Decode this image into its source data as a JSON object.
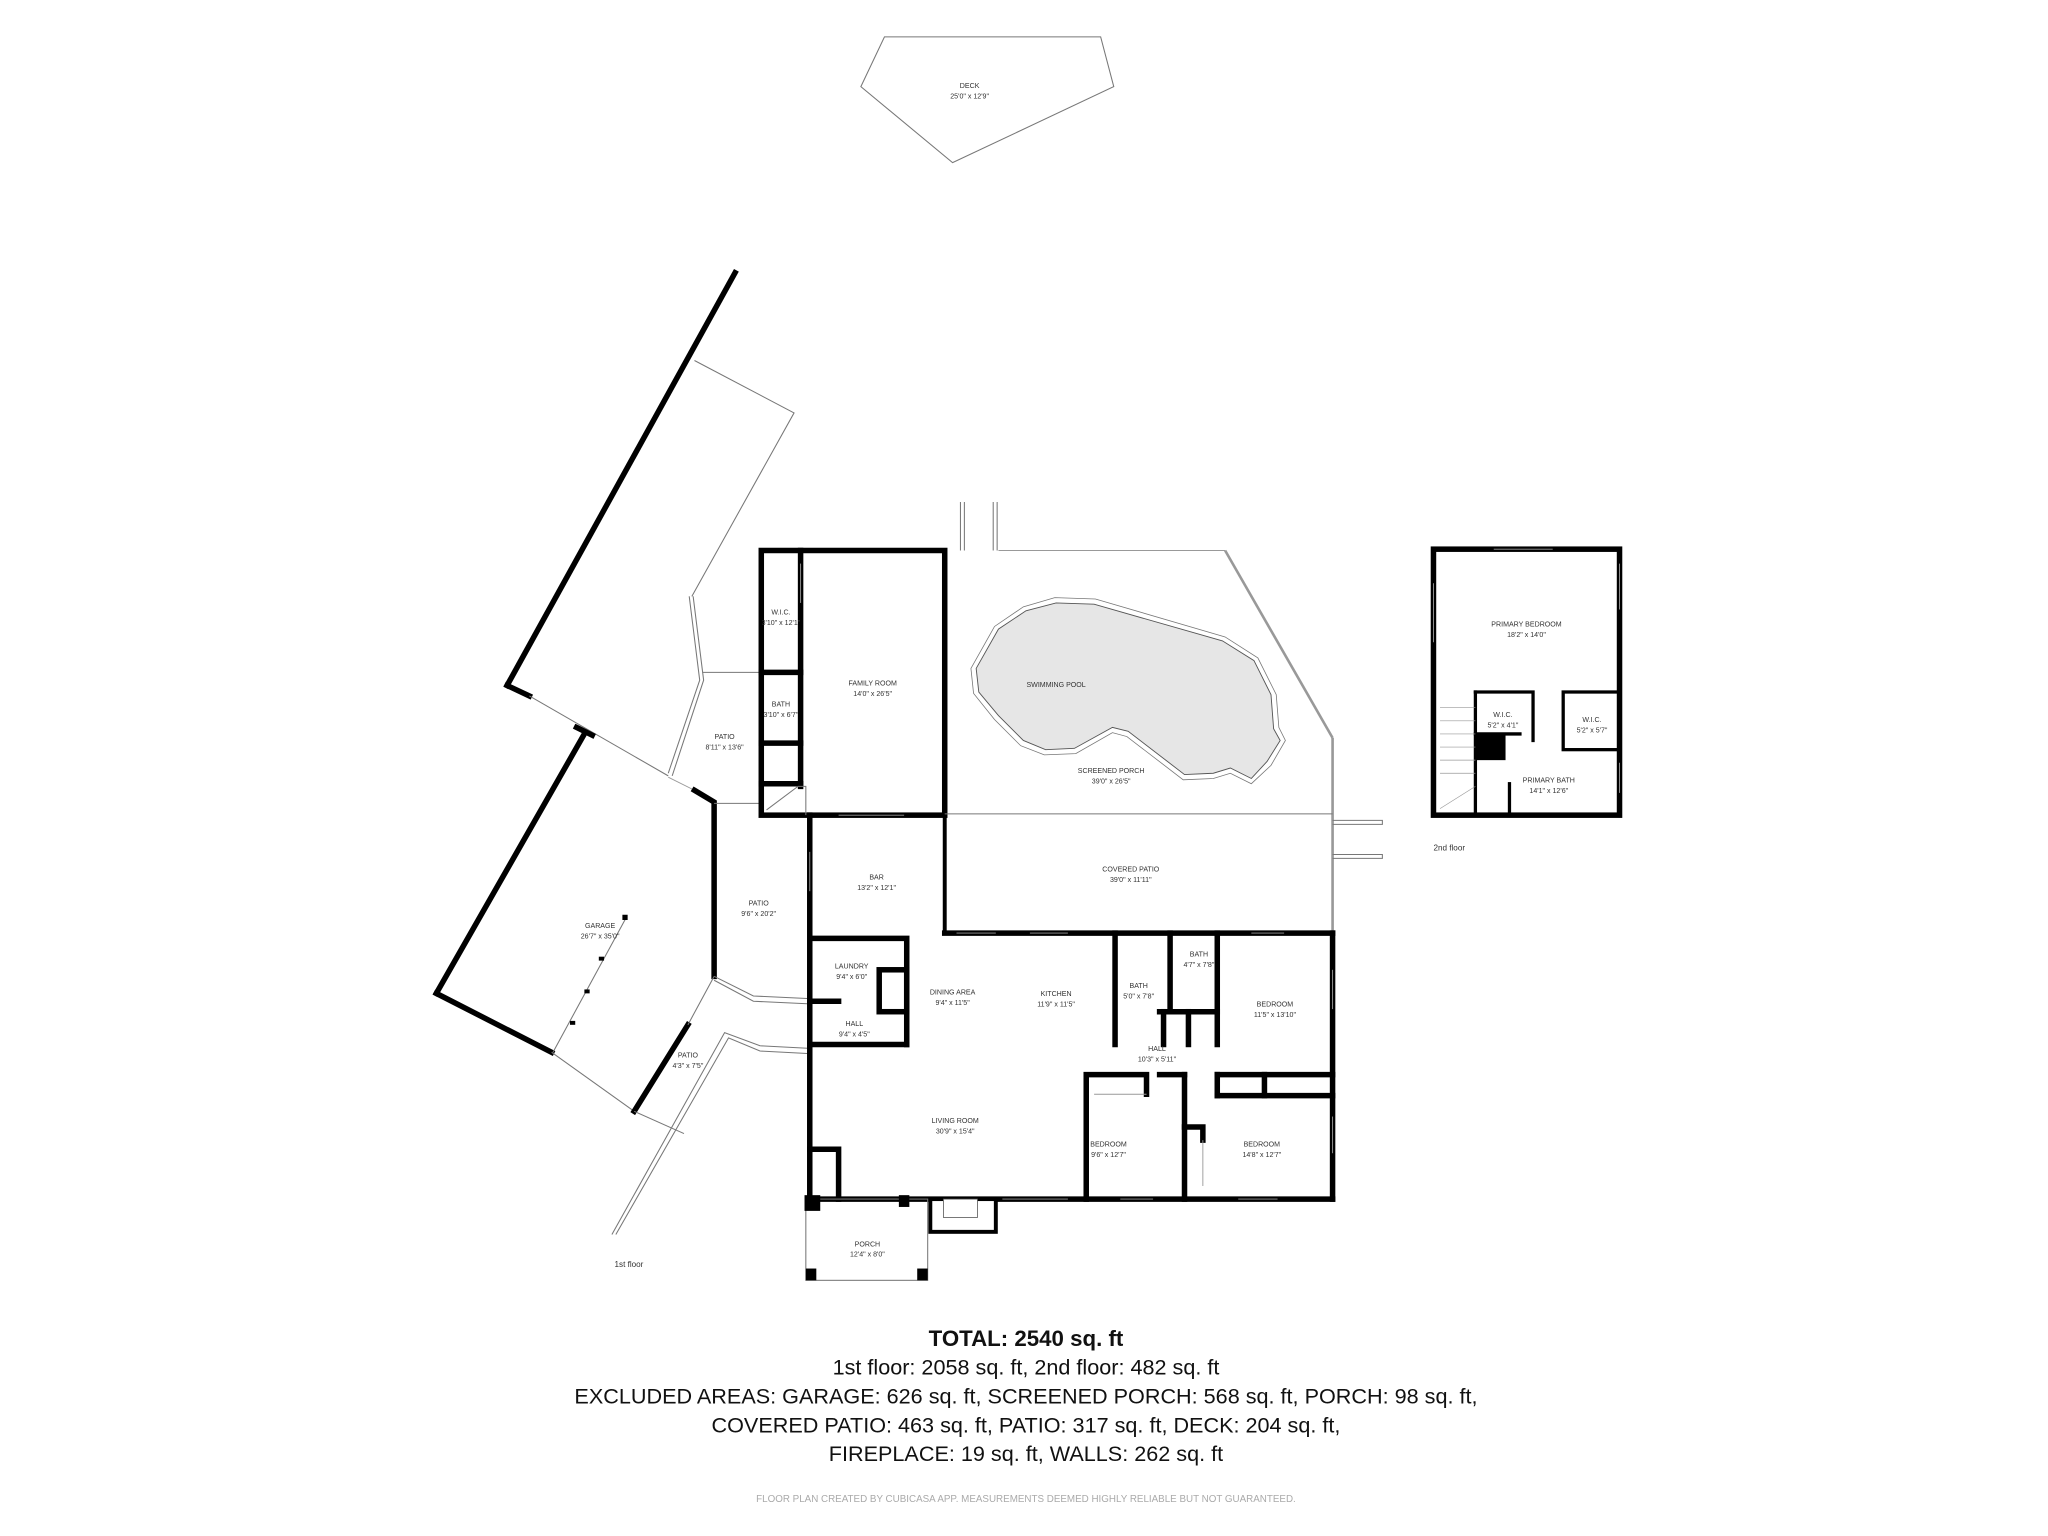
{
  "rooms": {
    "deck": {
      "name": "DECK",
      "size": "25'0\" x 12'9\""
    },
    "wic1": {
      "name": "W.I.C.",
      "size": "3'10\" x 12'1\""
    },
    "bath1": {
      "name": "BATH",
      "size": "3'10\" x 6'7\""
    },
    "family": {
      "name": "FAMILY ROOM",
      "size": "14'0\" x 26'5\""
    },
    "pool": {
      "name": "SWIMMING POOL"
    },
    "screened": {
      "name": "SCREENED PORCH",
      "size": "39'0\" x 26'5\""
    },
    "covered": {
      "name": "COVERED PATIO",
      "size": "39'0\" x 11'11\""
    },
    "patio1": {
      "name": "PATIO",
      "size": "8'11\" x 13'6\""
    },
    "patio2": {
      "name": "PATIO",
      "size": "9'6\" x 20'2\""
    },
    "patio3": {
      "name": "PATIO",
      "size": "4'3\" x 7'5\""
    },
    "garage": {
      "name": "GARAGE",
      "size": "26'7\" x 35'0\""
    },
    "bar": {
      "name": "BAR",
      "size": "13'2\" x 12'1\""
    },
    "laundry": {
      "name": "LAUNDRY",
      "size": "9'4\" x 6'0\""
    },
    "hall1": {
      "name": "HALL",
      "size": "9'4\" x 4'5\""
    },
    "dining": {
      "name": "DINING AREA",
      "size": "9'4\" x 11'5\""
    },
    "kitchen": {
      "name": "KITCHEN",
      "size": "11'9\" x 11'5\""
    },
    "bath2": {
      "name": "BATH",
      "size": "5'0\" x 7'8\""
    },
    "bath3": {
      "name": "BATH",
      "size": "4'7\" x 7'8\""
    },
    "bed1": {
      "name": "BEDROOM",
      "size": "11'5\" x 13'10\""
    },
    "hall2": {
      "name": "HALL",
      "size": "10'3\" x 5'11\""
    },
    "living": {
      "name": "LIVING ROOM",
      "size": "30'9\" x 15'4\""
    },
    "bed2": {
      "name": "BEDROOM",
      "size": "9'6\" x 12'7\""
    },
    "bed3": {
      "name": "BEDROOM",
      "size": "14'8\" x 12'7\""
    },
    "porch": {
      "name": "PORCH",
      "size": "12'4\" x 8'0\""
    },
    "pbed": {
      "name": "PRIMARY BEDROOM",
      "size": "18'2\" x 14'0\""
    },
    "wic2": {
      "name": "W.I.C.",
      "size": "5'2\" x 4'1\""
    },
    "wic3": {
      "name": "W.I.C.",
      "size": "5'2\" x 5'7\""
    },
    "pbath": {
      "name": "PRIMARY BATH",
      "size": "14'1\" x 12'6\""
    }
  },
  "floors": {
    "first": "1st floor",
    "second": "2nd floor"
  },
  "summary": {
    "total": "TOTAL: 2540 sq. ft",
    "line1": "1st floor: 2058 sq. ft, 2nd floor: 482 sq. ft",
    "line2": "EXCLUDED AREAS: GARAGE: 626 sq. ft, SCREENED PORCH: 568 sq. ft, PORCH: 98 sq. ft,",
    "line3": "COVERED PATIO: 463 sq. ft, PATIO: 317 sq. ft, DECK: 204 sq. ft,",
    "line4": "FIREPLACE: 19 sq. ft, WALLS: 262 sq. ft",
    "disclaimer": "FLOOR PLAN CREATED BY CUBICASA APP. MEASUREMENTS DEEMED HIGHLY RELIABLE BUT NOT GUARANTEED."
  },
  "colors": {
    "wall": "#000000",
    "pool": "#e6e6e6",
    "disclaimer": "#aaaaaa"
  }
}
